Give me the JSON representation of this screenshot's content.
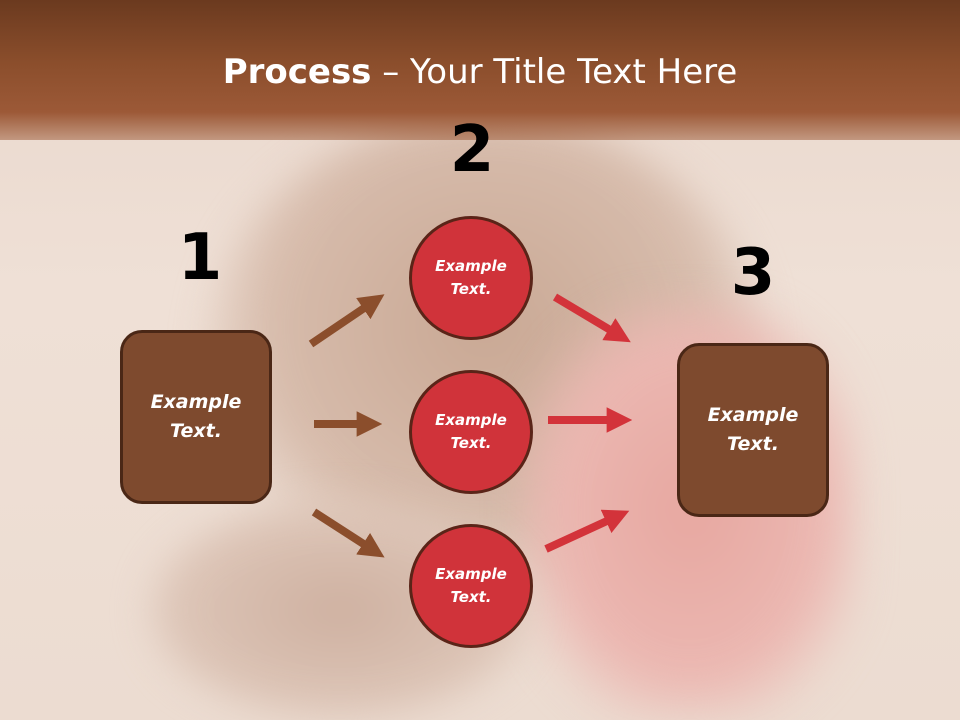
{
  "title": {
    "bold": "Process",
    "rest": " – Your Title Text Here"
  },
  "steps": [
    {
      "number": "1",
      "label": "Example Text."
    },
    {
      "number": "2",
      "labels": [
        "Example Text.",
        "Example Text.",
        "Example Text."
      ]
    },
    {
      "number": "3",
      "label": "Example Text."
    }
  ],
  "colors": {
    "header": "#8b4e2c",
    "box_fill": "#7e4a2e",
    "circle_fill": "#d0333a",
    "arrow_brown": "#8b4e2c",
    "arrow_red": "#d3333a"
  }
}
